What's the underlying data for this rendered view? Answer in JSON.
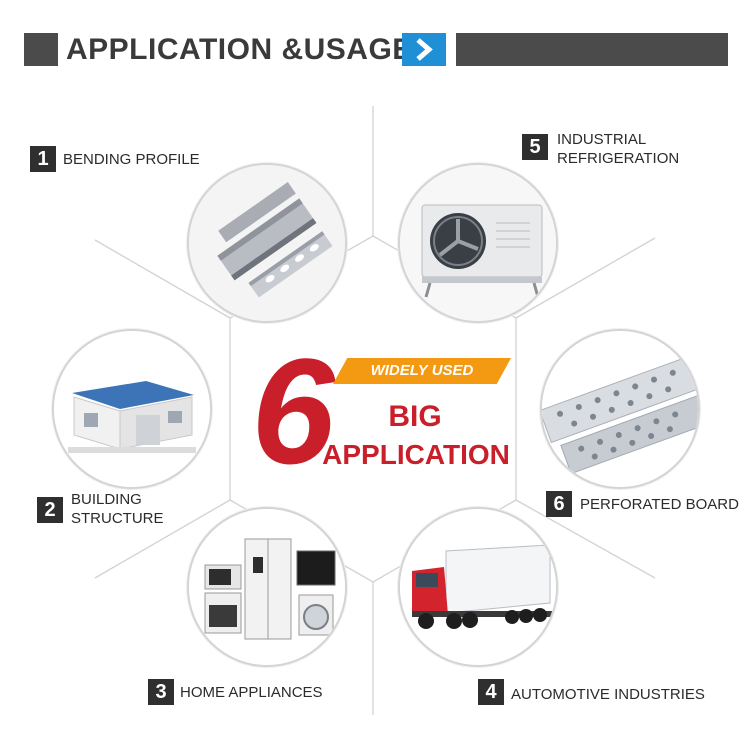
{
  "header": {
    "title": "APPLICATION &USAGE",
    "chevron_icon": "chevron-right-icon",
    "accent_color": "#1f8fd6",
    "bar_color": "#4b4b4b"
  },
  "center": {
    "number": "6",
    "banner": "WIDELY USED",
    "line1": "BIG",
    "line2": "APPLICATION",
    "accent_color": "#c91f2b",
    "banner_color": "#f39a12"
  },
  "applications": [
    {
      "number": "1",
      "label": "BENDING PROFILE",
      "image": "steel-channel-profiles"
    },
    {
      "number": "2",
      "label_line1": "BUILDING",
      "label_line2": "STRUCTURE",
      "image": "house-building"
    },
    {
      "number": "3",
      "label": "HOME APPLIANCES",
      "image": "home-appliances"
    },
    {
      "number": "4",
      "label": "AUTOMOTIVE INDUSTRIES",
      "image": "truck"
    },
    {
      "number": "5",
      "label_line1": "INDUSTRIAL",
      "label_line2": "REFRIGERATION",
      "image": "air-conditioner-unit"
    },
    {
      "number": "6",
      "label": "PERFORATED BOARD",
      "image": "perforated-plates"
    }
  ]
}
